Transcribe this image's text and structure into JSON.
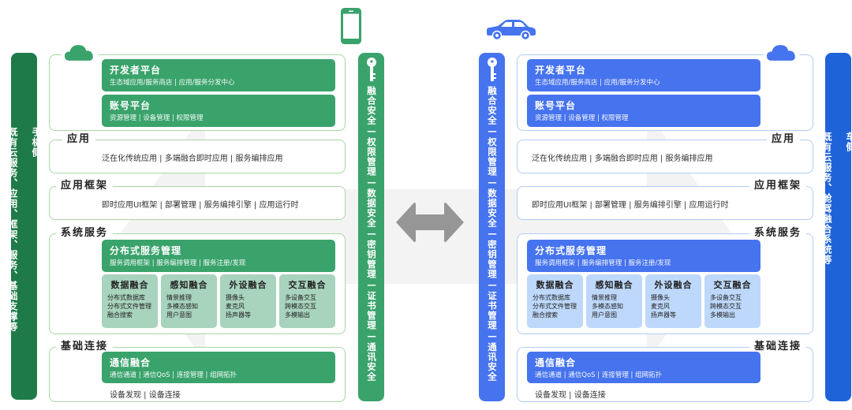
{
  "colors": {
    "phone_dark_green": "#1f7a4a",
    "phone_green": "#3aa36c",
    "phone_light_green": "#a8d3bd",
    "phone_border": "#a9d7a4",
    "car_dark_blue": "#1f63d9",
    "car_blue": "#4673ee",
    "car_light_blue": "#bdd8fb",
    "car_border": "#b3ccf2",
    "arrow_gray": "#999999",
    "background_arrow": "#f2f2f2"
  },
  "icons": {
    "phone": "phone-icon",
    "car": "car-icon",
    "cloud": "cloud-icon",
    "key": "key-icon",
    "exchange": "double-arrow-icon"
  },
  "phone_side": {
    "side_label": "手机侧\n\n既有云服务、应用、框架、服务、基础支撑等",
    "security_label": "融合安全—权限管理—数据安全—密钥管理—证书管理—通讯安全",
    "cloud": {
      "cards": [
        {
          "title": "开发者平台",
          "subtitle": "生态域应用/服务商店 | 应用/服务分发中心"
        },
        {
          "title": "账号平台",
          "subtitle": "资源管理 | 设备管理 | 权限管理"
        }
      ]
    },
    "app": {
      "title": "应用",
      "content": "泛在化传统应用 | 多端融合即时应用 | 服务编排应用"
    },
    "framework": {
      "title": "应用框架",
      "content": "即时应用UI框架 | 部署管理 | 服务编排引擎 | 应用运行时"
    },
    "system_services": {
      "title": "系统服务",
      "main": {
        "title": "分布式服务管理",
        "subtitle": "服务调用框架 | 服务编排管理 | 服务注册/发现"
      },
      "modules": [
        {
          "title": "数据融合",
          "items": [
            "分布式数据库",
            "分布式文件管理",
            "融合搜索"
          ]
        },
        {
          "title": "感知融合",
          "items": [
            "情景推理",
            "多模态感知",
            "用户意图"
          ]
        },
        {
          "title": "外设融合",
          "items": [
            "摄像头",
            "麦克风",
            "扬声器等"
          ]
        },
        {
          "title": "交互融合",
          "items": [
            "多设备交互",
            "跨模态交互",
            "多模输出"
          ]
        }
      ]
    },
    "connectivity": {
      "title": "基础连接",
      "main": {
        "title": "通信融合",
        "subtitle": "通信通道 | 通信QoS | 连接管理 | 组网拓扑"
      },
      "content": "设备发现 | 设备连接"
    }
  },
  "car_side": {
    "side_label": "车侧\n\n既有云服务、舱驾融合系统等",
    "security_label": "融合安全—权限管理—数据安全—密钥管理—证书管理—通讯安全",
    "cloud": {
      "cards": [
        {
          "title": "开发者平台",
          "subtitle": "生态域应用/服务商店 | 应用/服务分发中心"
        },
        {
          "title": "账号平台",
          "subtitle": "资源管理 | 设备管理 | 权限管理"
        }
      ]
    },
    "app": {
      "title": "应用",
      "content": "泛在化传统应用 | 多端融合即时应用 | 服务编排应用"
    },
    "framework": {
      "title": "应用框架",
      "content": "即时应用UI框架 | 部署管理 | 服务编排引擎 | 应用运行时"
    },
    "system_services": {
      "title": "系统服务",
      "main": {
        "title": "分布式服务管理",
        "subtitle": "服务调用框架 | 服务编排管理 | 服务注册/发现"
      },
      "modules": [
        {
          "title": "数据融合",
          "items": [
            "分布式数据库",
            "分布式文件管理",
            "融合搜索"
          ]
        },
        {
          "title": "感知融合",
          "items": [
            "情景推理",
            "多模态感知",
            "用户意图"
          ]
        },
        {
          "title": "外设融合",
          "items": [
            "摄像头",
            "麦克风",
            "扬声器等"
          ]
        },
        {
          "title": "交互融合",
          "items": [
            "多设备交互",
            "跨模态交互",
            "多模输出"
          ]
        }
      ]
    },
    "connectivity": {
      "title": "基础连接",
      "main": {
        "title": "通信融合",
        "subtitle": "通信通道 | 通信QoS | 连接管理 | 组网拓扑"
      },
      "content": "设备发现 | 设备连接"
    }
  }
}
